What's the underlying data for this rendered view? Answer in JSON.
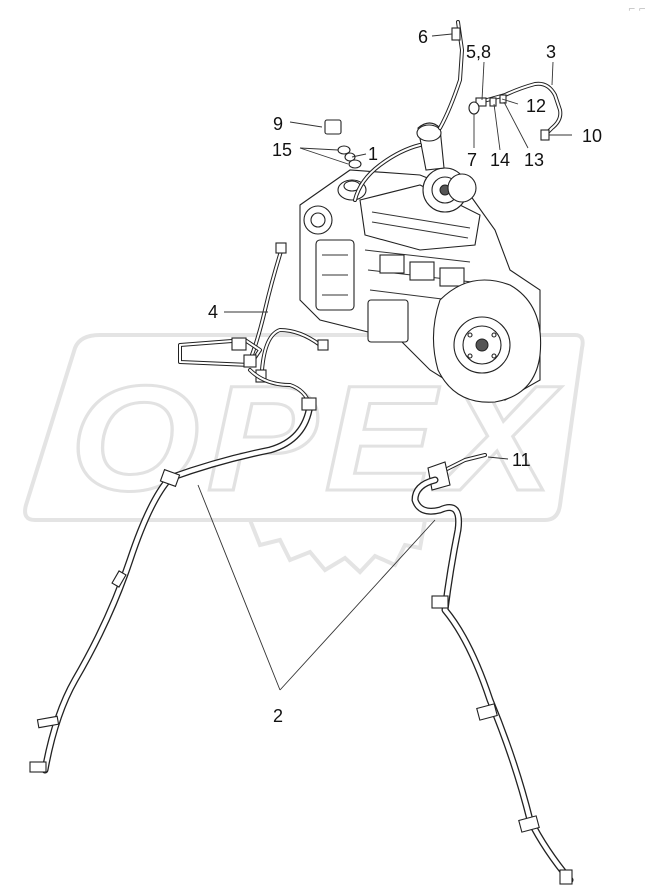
{
  "watermark": {
    "brand": "OPEX"
  },
  "corner_mark": "⌐ ⌐",
  "callouts": [
    {
      "id": "c1",
      "label": "1"
    },
    {
      "id": "c2",
      "label": "2"
    },
    {
      "id": "c3",
      "label": "3"
    },
    {
      "id": "c4",
      "label": "4"
    },
    {
      "id": "c58",
      "label": "5,8"
    },
    {
      "id": "c6",
      "label": "6"
    },
    {
      "id": "c7",
      "label": "7"
    },
    {
      "id": "c9",
      "label": "9"
    },
    {
      "id": "c10",
      "label": "10"
    },
    {
      "id": "c11",
      "label": "11"
    },
    {
      "id": "c12",
      "label": "12"
    },
    {
      "id": "c13",
      "label": "13"
    },
    {
      "id": "c14",
      "label": "14"
    },
    {
      "id": "c15",
      "label": "15"
    }
  ],
  "colors": {
    "ink": "#222222",
    "watermark": "#e2e2e2",
    "background": "#ffffff"
  }
}
